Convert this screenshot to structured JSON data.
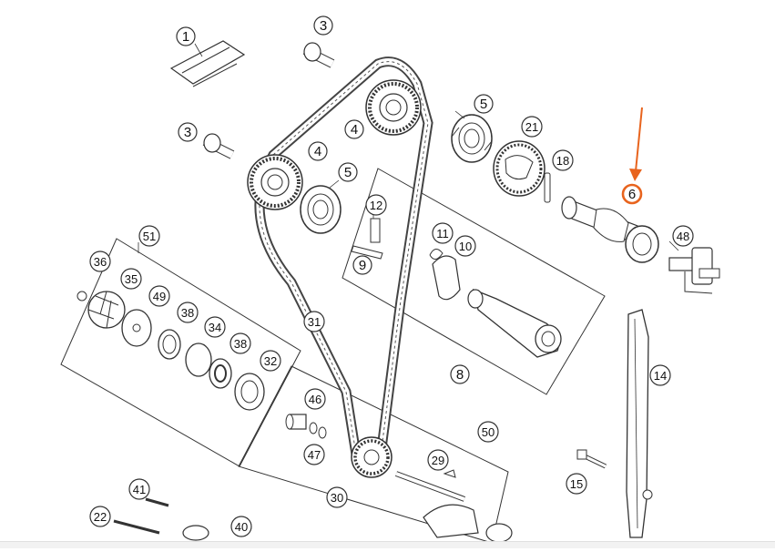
{
  "diagram": {
    "labels": [
      {
        "id": "1",
        "text": "1"
      },
      {
        "id": "3a",
        "text": "3"
      },
      {
        "id": "3b",
        "text": "3"
      },
      {
        "id": "4a",
        "text": "4"
      },
      {
        "id": "4b",
        "text": "4"
      },
      {
        "id": "5a",
        "text": "5"
      },
      {
        "id": "5b",
        "text": "5"
      },
      {
        "id": "21",
        "text": "21"
      },
      {
        "id": "18",
        "text": "18"
      },
      {
        "id": "6",
        "text": "6"
      },
      {
        "id": "48",
        "text": "48"
      },
      {
        "id": "12",
        "text": "12"
      },
      {
        "id": "11",
        "text": "11"
      },
      {
        "id": "10",
        "text": "10"
      },
      {
        "id": "9",
        "text": "9"
      },
      {
        "id": "8",
        "text": "8"
      },
      {
        "id": "51",
        "text": "51"
      },
      {
        "id": "36",
        "text": "36"
      },
      {
        "id": "35",
        "text": "35"
      },
      {
        "id": "49",
        "text": "49"
      },
      {
        "id": "38a",
        "text": "38"
      },
      {
        "id": "34",
        "text": "34"
      },
      {
        "id": "38b",
        "text": "38"
      },
      {
        "id": "32",
        "text": "32"
      },
      {
        "id": "31",
        "text": "31"
      },
      {
        "id": "14",
        "text": "14"
      },
      {
        "id": "46",
        "text": "46"
      },
      {
        "id": "47",
        "text": "47"
      },
      {
        "id": "50",
        "text": "50"
      },
      {
        "id": "29",
        "text": "29"
      },
      {
        "id": "30",
        "text": "30"
      },
      {
        "id": "15",
        "text": "15"
      },
      {
        "id": "41",
        "text": "41"
      },
      {
        "id": "22",
        "text": "22"
      },
      {
        "id": "40",
        "text": "40"
      }
    ],
    "highlight": {
      "label_id": "6",
      "color": "#e8641e"
    },
    "colors": {
      "line": "#333333",
      "label": "#111111"
    }
  }
}
